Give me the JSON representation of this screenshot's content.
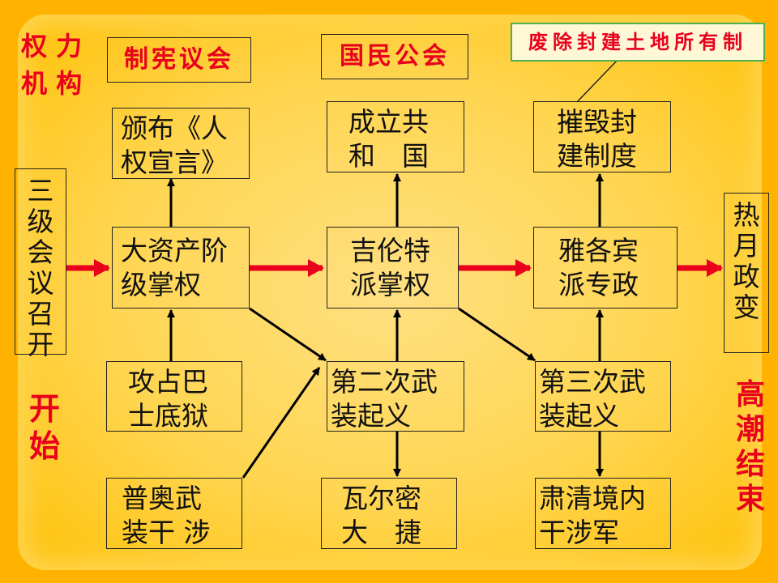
{
  "side": {
    "power": "权 力\n机 构",
    "start": "开\n始",
    "end": "高\n潮\n结\n束"
  },
  "headers": {
    "h1": "制宪议会",
    "h2": "国民公会",
    "note": "废除封建土地所有制"
  },
  "boxes": {
    "start_meeting": "三\n级\n会\n议\n召\n开",
    "decl": "颁布《人\n权宣言》",
    "republic": "成立共\n和　国",
    "abolish": "摧毁封\n建制度",
    "bourgeois": "大资产阶\n级掌权",
    "girondin": "吉伦特\n派掌权",
    "jacobin": "雅各宾\n派专政",
    "thermidor": "热\n月\n政\n变",
    "bastille": "攻占巴\n士底狱",
    "second": "第二次武\n装起义",
    "third": "第三次武\n装起义",
    "prussia": "普奥武\n装干 涉",
    "valmy": "瓦尔密\n大　捷",
    "cleanup": "肃清境内\n干涉军"
  }
}
